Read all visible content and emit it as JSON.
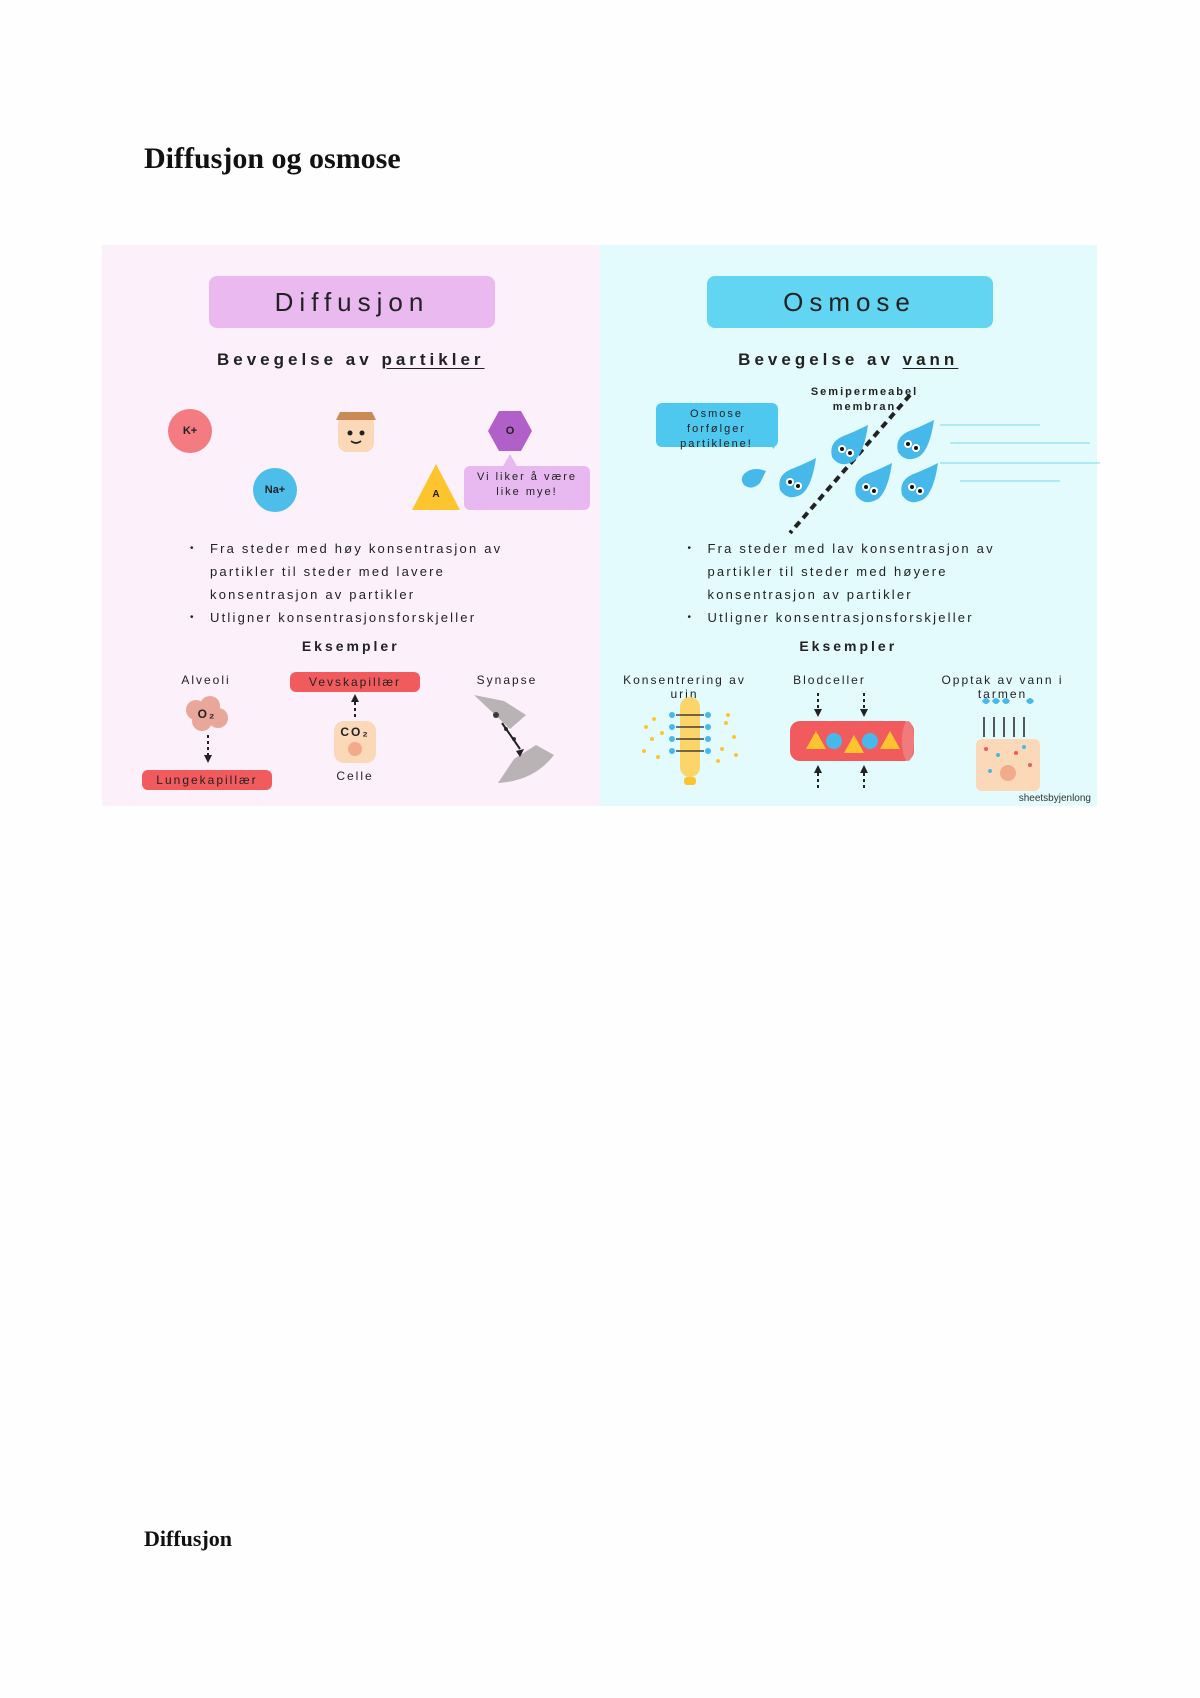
{
  "document": {
    "title": "Diffusjon og osmose",
    "heading": "Diffusjon"
  },
  "diffusion": {
    "banner": "Diffusjon",
    "subtitle_prefix": "Bevegelse av ",
    "subtitle_emph": "partikler",
    "particles": {
      "k": "K+",
      "na": "Na+",
      "o2_hex": "O",
      "triangle": "A"
    },
    "bubble": "Vi liker å være like mye!",
    "bullets": [
      "Fra steder med høy konsentrasjon av partikler til steder med lavere konsentrasjon av partikler",
      "Utligner konsentrasjonsforskjeller"
    ],
    "examples_title": "Eksempler",
    "examples": {
      "alveoli": "Alveoli",
      "o2": "O₂",
      "lung_capillary": "Lungekapillær",
      "tissue_capillary": "Vevskapillær",
      "co2": "CO₂",
      "cell": "Celle",
      "synapse": "Synapse"
    }
  },
  "osmosis": {
    "banner": "Osmose",
    "subtitle_prefix": "Bevegelse av ",
    "subtitle_emph": "vann",
    "membrane_label": "Semipermeabel membran",
    "bubble": "Osmose forfølger partiklene!",
    "bullets": [
      "Fra steder med lav konsentrasjon av partikler til steder med høyere konsentrasjon av partikler",
      "Utligner konsentrasjonsforskjeller"
    ],
    "examples_title": "Eksempler",
    "examples": {
      "urine": "Konsentrering av urin",
      "blood": "Blodceller",
      "uptake": "Opptak av vann i tarmen"
    }
  },
  "credit": "sheetsbyjenlong",
  "colors": {
    "pink_bg": "#fcf0fb",
    "cyan_bg": "#e3fbfd",
    "pink_banner": "#e9b9f0",
    "cyan_banner": "#61d5f2",
    "red": "#f25b5e",
    "blue_drop": "#46b9ea",
    "yellow": "#fcc52d",
    "purple": "#b260c9"
  }
}
